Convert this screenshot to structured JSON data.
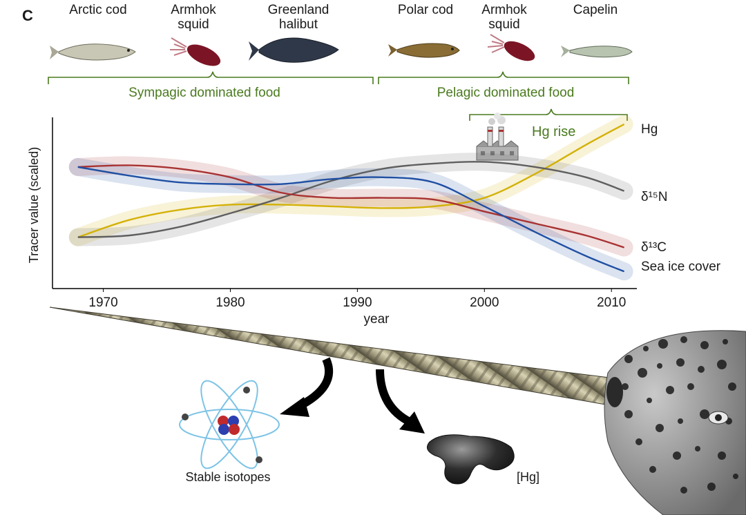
{
  "panel_label": "C",
  "food_groups": {
    "sympagic": {
      "label": "Sympagic dominated food",
      "species": [
        "Arctic cod",
        "Armhok\nsquid",
        "Greenland\nhalibut"
      ]
    },
    "pelagic": {
      "label": "Pelagic dominated food",
      "species": [
        "Polar cod",
        "Armhok\nsquid",
        "Capelin"
      ]
    }
  },
  "hg_rise_label": "Hg rise",
  "bottom_labels": {
    "isotopes": "Stable isotopes",
    "hg": "[Hg]"
  },
  "colors": {
    "hg": "#d4b106",
    "d15n": "#5f5f5f",
    "d13c": "#a83232",
    "sea_ice": "#1f4fa3",
    "annotation_green": "#4a7a1e"
  },
  "icons": [
    "arctic-cod-icon",
    "squid-icon",
    "greenland-halibut-icon",
    "polar-cod-icon",
    "capelin-icon",
    "factory-icon",
    "atom-icon",
    "mercury-droplet-icon",
    "narwhal-tusk-icon",
    "narwhal-head-icon"
  ],
  "chart_data": {
    "type": "line",
    "xlabel": "year",
    "ylabel": "Tracer value (scaled)",
    "xlim": [
      1966,
      2012
    ],
    "ylim": [
      0,
      1
    ],
    "xticks": [
      1970,
      1980,
      1990,
      2000,
      2010
    ],
    "grid": false,
    "legend": "direct labels at right end of lines",
    "series": [
      {
        "name": "Hg",
        "color_key": "hg",
        "x": [
          1968,
          1972,
          1976,
          1980,
          1984,
          1988,
          1992,
          1996,
          2000,
          2004,
          2008,
          2011
        ],
        "y": [
          0.3,
          0.4,
          0.46,
          0.49,
          0.49,
          0.48,
          0.47,
          0.48,
          0.53,
          0.67,
          0.84,
          0.96
        ]
      },
      {
        "name": "δ¹⁵N",
        "color_key": "d15n",
        "x": [
          1968,
          1972,
          1976,
          1980,
          1984,
          1988,
          1992,
          1996,
          2000,
          2004,
          2008,
          2011
        ],
        "y": [
          0.3,
          0.31,
          0.36,
          0.44,
          0.53,
          0.63,
          0.7,
          0.73,
          0.74,
          0.71,
          0.65,
          0.57
        ]
      },
      {
        "name": "δ¹³C",
        "color_key": "d13c",
        "x": [
          1968,
          1972,
          1976,
          1980,
          1984,
          1988,
          1992,
          1996,
          2000,
          2004,
          2008,
          2011
        ],
        "y": [
          0.71,
          0.72,
          0.7,
          0.65,
          0.56,
          0.53,
          0.53,
          0.52,
          0.45,
          0.38,
          0.31,
          0.24
        ]
      },
      {
        "name": "Sea ice cover",
        "color_key": "sea_ice",
        "x": [
          1968,
          1972,
          1976,
          1980,
          1984,
          1988,
          1992,
          1996,
          2000,
          2004,
          2008,
          2011
        ],
        "y": [
          0.71,
          0.66,
          0.62,
          0.61,
          0.61,
          0.64,
          0.65,
          0.62,
          0.48,
          0.33,
          0.19,
          0.1
        ]
      }
    ]
  }
}
